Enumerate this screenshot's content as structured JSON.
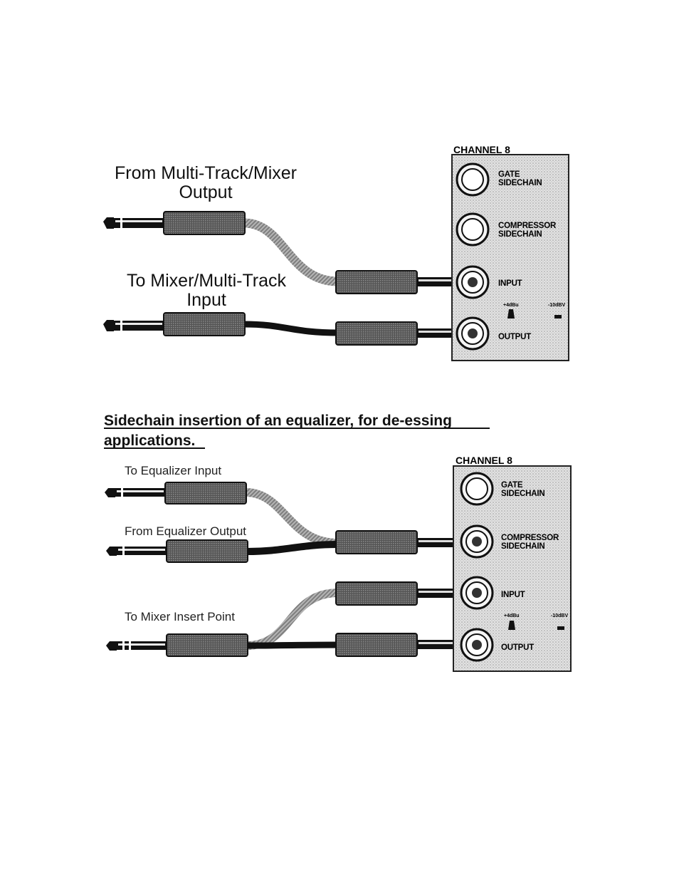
{
  "diagram1": {
    "channel_title": "CHANNEL 8",
    "jacks": {
      "gate": [
        "GATE",
        "SIDECHAIN"
      ],
      "compressor": [
        "COMPRESSOR",
        "SIDECHAIN"
      ],
      "input": "INPUT",
      "output": "OUTPUT"
    },
    "switch_plus": "+4dBu",
    "switch_minus": "-10dBV",
    "label_from": [
      "From Multi-Track/Mixer",
      "Output"
    ],
    "label_to": [
      "To Mixer/Multi-Track",
      "Input"
    ]
  },
  "caption": [
    "Sidechain insertion of an equalizer, for de-essing",
    "applications."
  ],
  "diagram2": {
    "channel_title": "CHANNEL 8",
    "jacks": {
      "gate": [
        "GATE",
        "SIDECHAIN"
      ],
      "compressor": [
        "COMPRESSOR",
        "SIDECHAIN"
      ],
      "input": "INPUT",
      "output": "OUTPUT"
    },
    "switch_plus": "+4dBu",
    "switch_minus": "-10dBV",
    "label_eq_in": "To Equalizer Input",
    "label_eq_out": "From Equalizer Output",
    "label_insert": "To Mixer Insert Point"
  }
}
